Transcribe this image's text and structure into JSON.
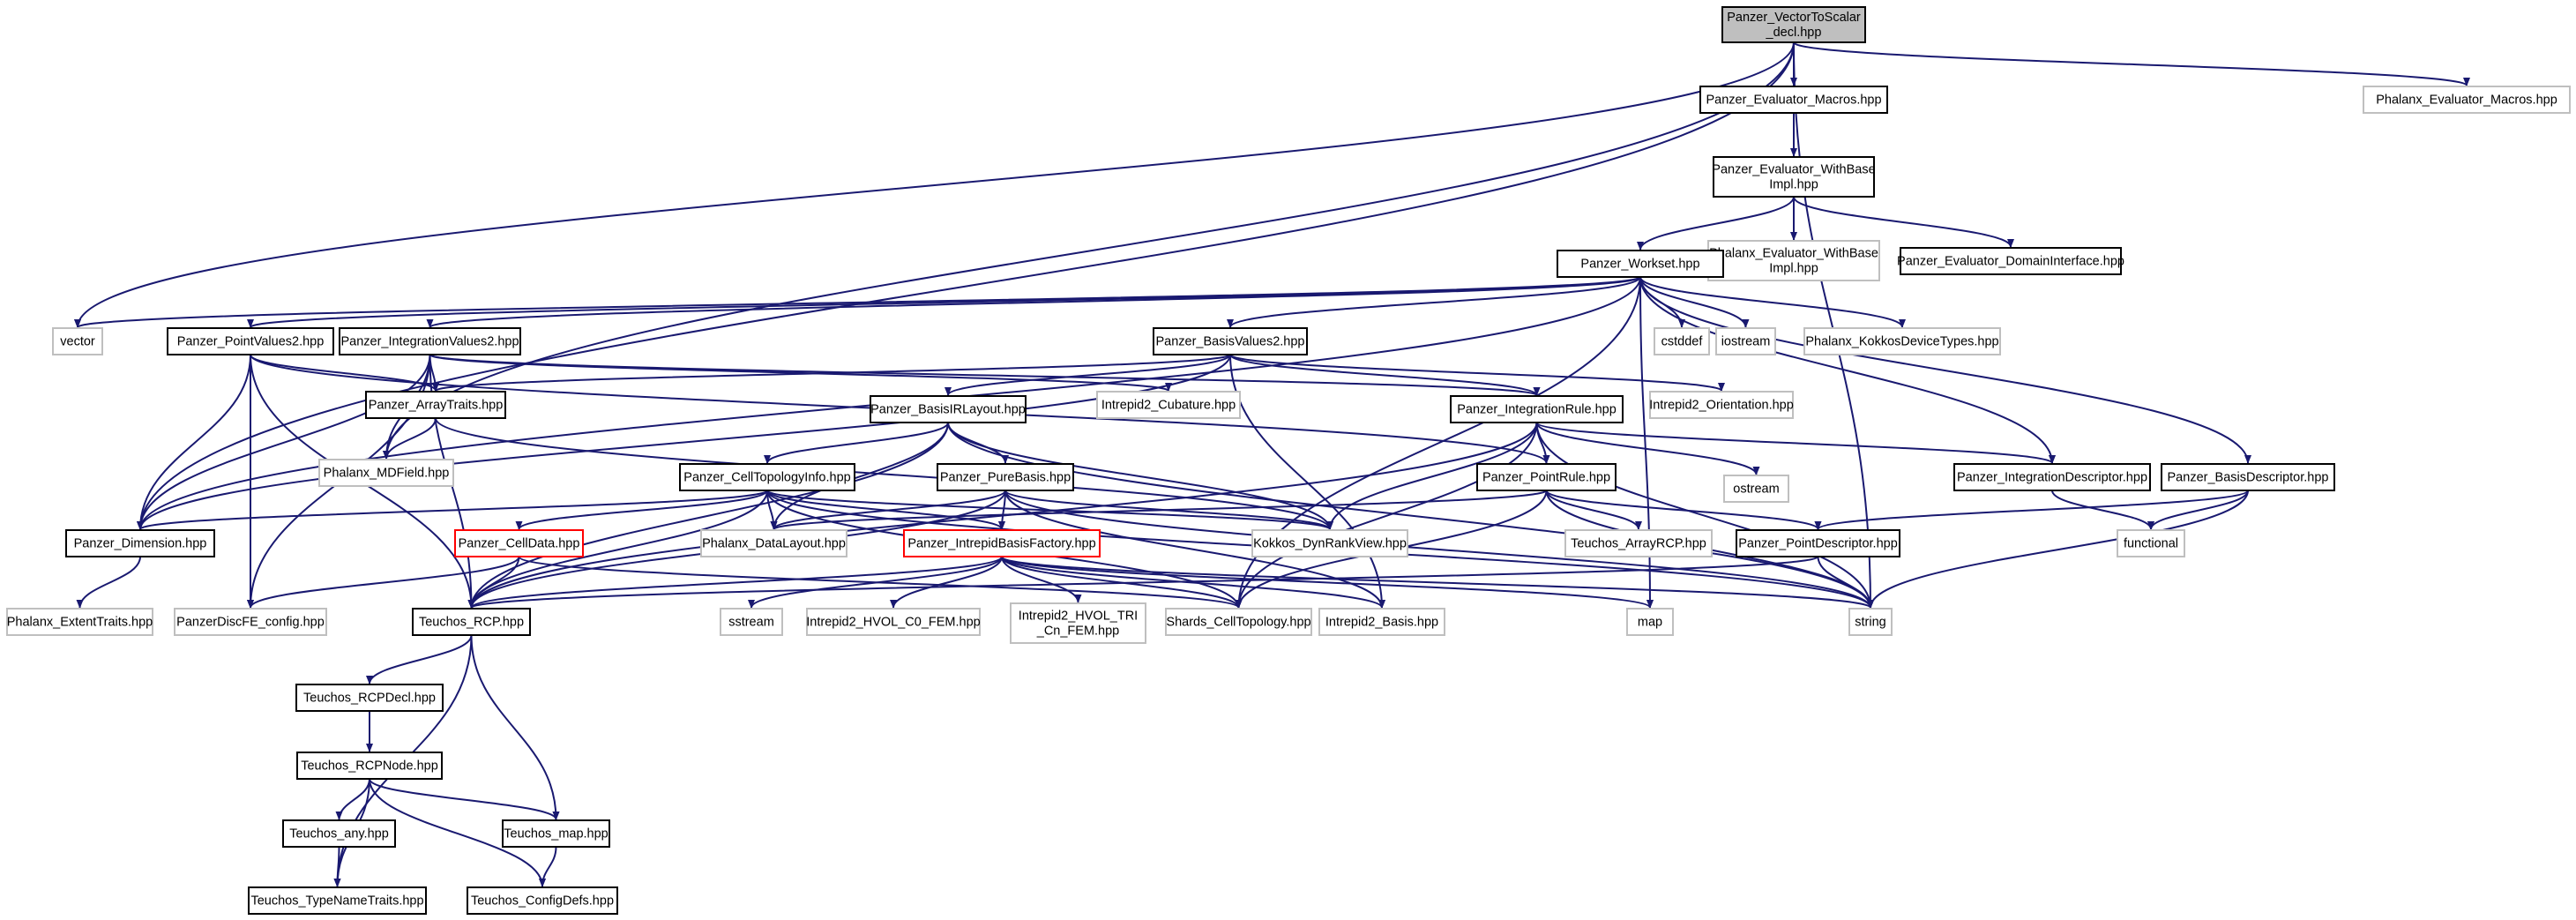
{
  "colors": {
    "edge": "#191970",
    "node_border_normal": "#000000",
    "node_border_external": "#bfbfbf",
    "node_border_truncated": "#ff0000",
    "root_fill": "#bfbfbf",
    "node_fill": "#ffffff"
  },
  "nodes": [
    {
      "id": "root",
      "lines": [
        "Panzer_VectorToScalar",
        "_decl.hpp"
      ],
      "kind": "root"
    },
    {
      "id": "evalmacros",
      "lines": [
        "Panzer_Evaluator_Macros.hpp"
      ],
      "kind": "normal"
    },
    {
      "id": "phxevalmacros",
      "lines": [
        "Phalanx_Evaluator_Macros.hpp"
      ],
      "kind": "external"
    },
    {
      "id": "withbase",
      "lines": [
        "Panzer_Evaluator_WithBase",
        "Impl.hpp"
      ],
      "kind": "normal"
    },
    {
      "id": "phxwithbase",
      "lines": [
        "Phalanx_Evaluator_WithBase",
        "Impl.hpp"
      ],
      "kind": "external"
    },
    {
      "id": "domainiface",
      "lines": [
        "Panzer_Evaluator_DomainInterface.hpp"
      ],
      "kind": "normal"
    },
    {
      "id": "workset",
      "lines": [
        "Panzer_Workset.hpp"
      ],
      "kind": "normal"
    },
    {
      "id": "vector",
      "lines": [
        "vector"
      ],
      "kind": "external"
    },
    {
      "id": "pointvalues2",
      "lines": [
        "Panzer_PointValues2.hpp"
      ],
      "kind": "normal"
    },
    {
      "id": "intvalues2",
      "lines": [
        "Panzer_IntegrationValues2.hpp"
      ],
      "kind": "normal"
    },
    {
      "id": "basisvalues2",
      "lines": [
        "Panzer_BasisValues2.hpp"
      ],
      "kind": "normal"
    },
    {
      "id": "cstddef",
      "lines": [
        "cstddef"
      ],
      "kind": "external"
    },
    {
      "id": "iostream",
      "lines": [
        "iostream"
      ],
      "kind": "external"
    },
    {
      "id": "kokkosdevtypes",
      "lines": [
        "Phalanx_KokkosDeviceTypes.hpp"
      ],
      "kind": "external"
    },
    {
      "id": "arraytraits",
      "lines": [
        "Panzer_ArrayTraits.hpp"
      ],
      "kind": "normal"
    },
    {
      "id": "cubature",
      "lines": [
        "Intrepid2_Cubature.hpp"
      ],
      "kind": "external"
    },
    {
      "id": "basisirlayout",
      "lines": [
        "Panzer_BasisIRLayout.hpp"
      ],
      "kind": "normal"
    },
    {
      "id": "intrule",
      "lines": [
        "Panzer_IntegrationRule.hpp"
      ],
      "kind": "normal"
    },
    {
      "id": "orientation",
      "lines": [
        "Intrepid2_Orientation.hpp"
      ],
      "kind": "external"
    },
    {
      "id": "mdfield",
      "lines": [
        "Phalanx_MDField.hpp"
      ],
      "kind": "external"
    },
    {
      "id": "celltopoinfo",
      "lines": [
        "Panzer_CellTopologyInfo.hpp"
      ],
      "kind": "normal"
    },
    {
      "id": "purebasis",
      "lines": [
        "Panzer_PureBasis.hpp"
      ],
      "kind": "normal"
    },
    {
      "id": "pointrule",
      "lines": [
        "Panzer_PointRule.hpp"
      ],
      "kind": "normal"
    },
    {
      "id": "ostream",
      "lines": [
        "ostream"
      ],
      "kind": "external"
    },
    {
      "id": "intdescriptor",
      "lines": [
        "Panzer_IntegrationDescriptor.hpp"
      ],
      "kind": "normal"
    },
    {
      "id": "basisdescriptor",
      "lines": [
        "Panzer_BasisDescriptor.hpp"
      ],
      "kind": "normal"
    },
    {
      "id": "dimension",
      "lines": [
        "Panzer_Dimension.hpp"
      ],
      "kind": "normal"
    },
    {
      "id": "celldata",
      "lines": [
        "Panzer_CellData.hpp"
      ],
      "kind": "truncated"
    },
    {
      "id": "datalayout",
      "lines": [
        "Phalanx_DataLayout.hpp"
      ],
      "kind": "external"
    },
    {
      "id": "intrepidfactory",
      "lines": [
        "Panzer_IntrepidBasisFactory.hpp"
      ],
      "kind": "truncated"
    },
    {
      "id": "dynrankview",
      "lines": [
        "Kokkos_DynRankView.hpp"
      ],
      "kind": "external"
    },
    {
      "id": "arrayrcp",
      "lines": [
        "Teuchos_ArrayRCP.hpp"
      ],
      "kind": "external"
    },
    {
      "id": "pointdescriptor",
      "lines": [
        "Panzer_PointDescriptor.hpp"
      ],
      "kind": "normal"
    },
    {
      "id": "functional",
      "lines": [
        "functional"
      ],
      "kind": "external"
    },
    {
      "id": "extenttraits",
      "lines": [
        "Phalanx_ExtentTraits.hpp"
      ],
      "kind": "external"
    },
    {
      "id": "discfeconfig",
      "lines": [
        "PanzerDiscFE_config.hpp"
      ],
      "kind": "external"
    },
    {
      "id": "rcp",
      "lines": [
        "Teuchos_RCP.hpp"
      ],
      "kind": "normal"
    },
    {
      "id": "sstream",
      "lines": [
        "sstream"
      ],
      "kind": "external"
    },
    {
      "id": "hvolc0",
      "lines": [
        "Intrepid2_HVOL_C0_FEM.hpp"
      ],
      "kind": "external"
    },
    {
      "id": "hvoltri",
      "lines": [
        "Intrepid2_HVOL_TRI",
        "_Cn_FEM.hpp"
      ],
      "kind": "external"
    },
    {
      "id": "shardstopo",
      "lines": [
        "Shards_CellTopology.hpp"
      ],
      "kind": "external"
    },
    {
      "id": "intrepid2basis",
      "lines": [
        "Intrepid2_Basis.hpp"
      ],
      "kind": "external"
    },
    {
      "id": "map",
      "lines": [
        "map"
      ],
      "kind": "external"
    },
    {
      "id": "string",
      "lines": [
        "string"
      ],
      "kind": "external"
    },
    {
      "id": "rcpdecl",
      "lines": [
        "Teuchos_RCPDecl.hpp"
      ],
      "kind": "normal"
    },
    {
      "id": "rcpnode",
      "lines": [
        "Teuchos_RCPNode.hpp"
      ],
      "kind": "normal"
    },
    {
      "id": "any",
      "lines": [
        "Teuchos_any.hpp"
      ],
      "kind": "normal"
    },
    {
      "id": "teuchosmap",
      "lines": [
        "Teuchos_map.hpp"
      ],
      "kind": "normal"
    },
    {
      "id": "typenametraits",
      "lines": [
        "Teuchos_TypeNameTraits.hpp"
      ],
      "kind": "normal"
    },
    {
      "id": "configdefs",
      "lines": [
        "Teuchos_ConfigDefs.hpp"
      ],
      "kind": "normal"
    }
  ],
  "edges": [
    [
      "root",
      "evalmacros"
    ],
    [
      "root",
      "phxevalmacros"
    ],
    [
      "root",
      "vector"
    ],
    [
      "root",
      "mdfield"
    ],
    [
      "root",
      "dimension"
    ],
    [
      "root",
      "string"
    ],
    [
      "evalmacros",
      "withbase"
    ],
    [
      "withbase",
      "workset"
    ],
    [
      "withbase",
      "phxwithbase"
    ],
    [
      "withbase",
      "domainiface"
    ],
    [
      "workset",
      "vector"
    ],
    [
      "workset",
      "pointvalues2"
    ],
    [
      "workset",
      "intvalues2"
    ],
    [
      "workset",
      "basisvalues2"
    ],
    [
      "workset",
      "dimension"
    ],
    [
      "workset",
      "cstddef"
    ],
    [
      "workset",
      "iostream"
    ],
    [
      "workset",
      "kokkosdevtypes"
    ],
    [
      "workset",
      "intdescriptor"
    ],
    [
      "workset",
      "basisdescriptor"
    ],
    [
      "workset",
      "map"
    ],
    [
      "workset",
      "shardstopo"
    ],
    [
      "pointvalues2",
      "arraytraits"
    ],
    [
      "pointvalues2",
      "dimension"
    ],
    [
      "pointvalues2",
      "discfeconfig"
    ],
    [
      "pointvalues2",
      "rcp"
    ],
    [
      "pointvalues2",
      "pointrule"
    ],
    [
      "intvalues2",
      "arraytraits"
    ],
    [
      "intvalues2",
      "intrule"
    ],
    [
      "intvalues2",
      "dimension"
    ],
    [
      "intvalues2",
      "cubature"
    ],
    [
      "intvalues2",
      "discfeconfig"
    ],
    [
      "intvalues2",
      "rcp"
    ],
    [
      "intvalues2",
      "mdfield"
    ],
    [
      "basisvalues2",
      "arraytraits"
    ],
    [
      "basisvalues2",
      "basisirlayout"
    ],
    [
      "basisvalues2",
      "intrule"
    ],
    [
      "basisvalues2",
      "orientation"
    ],
    [
      "basisvalues2",
      "dimension"
    ],
    [
      "basisvalues2",
      "intrepid2basis"
    ],
    [
      "arraytraits",
      "mdfield"
    ],
    [
      "arraytraits",
      "dynrankview"
    ],
    [
      "basisirlayout",
      "celltopoinfo"
    ],
    [
      "basisirlayout",
      "purebasis"
    ],
    [
      "basisirlayout",
      "datalayout"
    ],
    [
      "basisirlayout",
      "dynrankview"
    ],
    [
      "basisirlayout",
      "rcp"
    ],
    [
      "basisirlayout",
      "string"
    ],
    [
      "intrule",
      "pointrule"
    ],
    [
      "intrule",
      "intdescriptor"
    ],
    [
      "intrule",
      "ostream"
    ],
    [
      "intrule",
      "dynrankview"
    ],
    [
      "intrule",
      "shardstopo"
    ],
    [
      "intrule",
      "string"
    ],
    [
      "intrule",
      "rcp"
    ],
    [
      "celltopoinfo",
      "celldata"
    ],
    [
      "celltopoinfo",
      "datalayout"
    ],
    [
      "celltopoinfo",
      "intrepidfactory"
    ],
    [
      "celltopoinfo",
      "dynrankview"
    ],
    [
      "celltopoinfo",
      "dimension"
    ],
    [
      "celltopoinfo",
      "rcp"
    ],
    [
      "celltopoinfo",
      "shardstopo"
    ],
    [
      "celltopoinfo",
      "string"
    ],
    [
      "purebasis",
      "intrepidfactory"
    ],
    [
      "purebasis",
      "datalayout"
    ],
    [
      "purebasis",
      "dynrankview"
    ],
    [
      "purebasis",
      "rcp"
    ],
    [
      "purebasis",
      "intrepid2basis"
    ],
    [
      "purebasis",
      "string"
    ],
    [
      "pointrule",
      "datalayout"
    ],
    [
      "pointrule",
      "arrayrcp"
    ],
    [
      "pointrule",
      "pointdescriptor"
    ],
    [
      "pointrule",
      "shardstopo"
    ],
    [
      "pointrule",
      "string"
    ],
    [
      "intdescriptor",
      "functional"
    ],
    [
      "basisdescriptor",
      "pointdescriptor"
    ],
    [
      "basisdescriptor",
      "functional"
    ],
    [
      "basisdescriptor",
      "string"
    ],
    [
      "dimension",
      "extenttraits"
    ],
    [
      "celldata",
      "discfeconfig"
    ],
    [
      "celldata",
      "rcp"
    ],
    [
      "celldata",
      "shardstopo"
    ],
    [
      "intrepidfactory",
      "sstream"
    ],
    [
      "intrepidfactory",
      "hvolc0"
    ],
    [
      "intrepidfactory",
      "hvoltri"
    ],
    [
      "intrepidfactory",
      "shardstopo"
    ],
    [
      "intrepidfactory",
      "intrepid2basis"
    ],
    [
      "intrepidfactory",
      "map"
    ],
    [
      "intrepidfactory",
      "string"
    ],
    [
      "intrepidfactory",
      "rcp"
    ],
    [
      "pointdescriptor",
      "string"
    ],
    [
      "pointdescriptor",
      "rcp"
    ],
    [
      "rcp",
      "rcpdecl"
    ],
    [
      "rcp",
      "teuchosmap"
    ],
    [
      "rcp",
      "typenametraits"
    ],
    [
      "rcpdecl",
      "rcpnode"
    ],
    [
      "rcpnode",
      "any"
    ],
    [
      "rcpnode",
      "teuchosmap"
    ],
    [
      "rcpnode",
      "typenametraits"
    ],
    [
      "rcpnode",
      "configdefs"
    ],
    [
      "any",
      "typenametraits"
    ],
    [
      "teuchosmap",
      "configdefs"
    ]
  ]
}
